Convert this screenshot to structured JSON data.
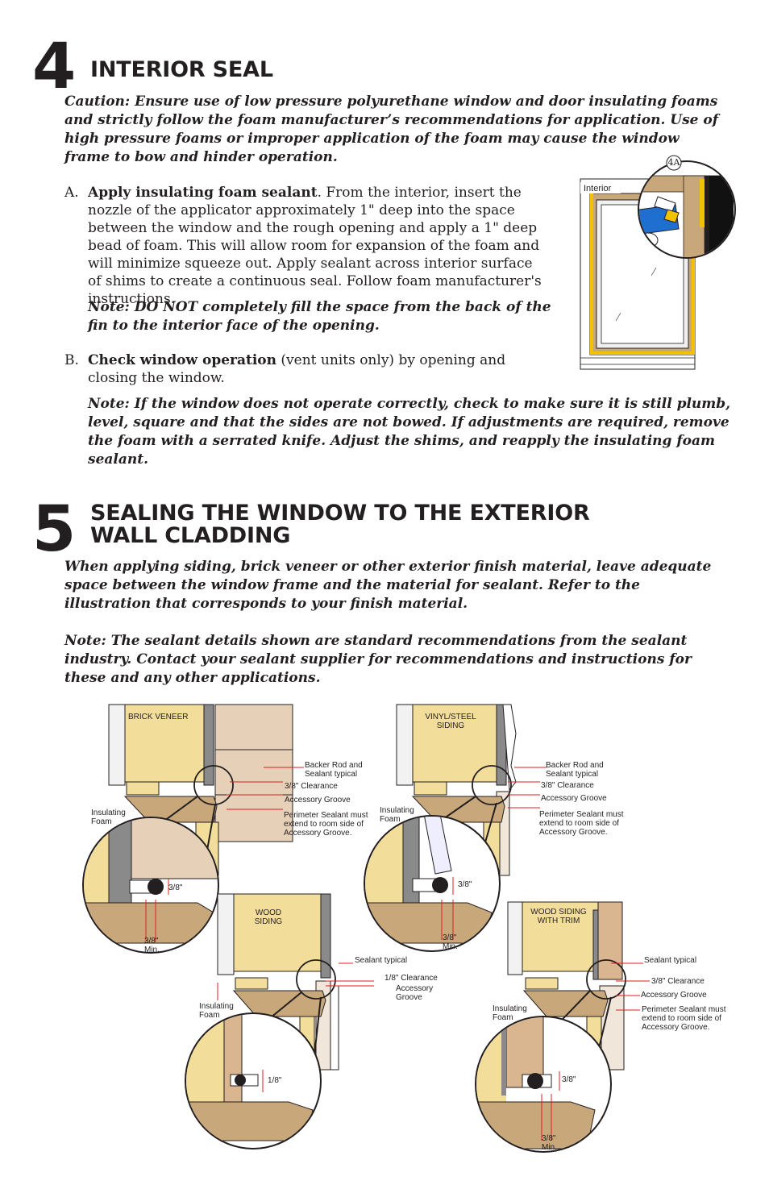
{
  "step4": {
    "number": "4",
    "title": "INTERIOR SEAL",
    "caution": "Caution: Ensure use of low pressure polyurethane window and door insulating foams and strictly follow the foam manufacturer’s recommendations for application. Use of high pressure foams or improper application of the foam may cause the window frame to bow and hinder operation.",
    "a_marker": "A.",
    "a_bold": "Apply insulating foam sealant",
    "a_text": ". From the interior, insert the nozzle of the applicator approximately 1\" deep into the space between the window and the rough opening and apply a 1\" deep bead of foam. This will allow room for expansion of the foam and will minimize squeeze out. Apply sealant across interior surface of shims to create a continuous seal. Follow foam manufacturer's instructions.",
    "a_note": "Note: DO NOT completely fill the space from the back of the fin to the interior face of the opening.",
    "b_marker": "B.",
    "b_bold": "Check window operation",
    "b_text": " (vent units only) by opening and closing the window.",
    "b_note": "Note: If the window does not operate correctly, check to make sure it is still plumb, level, square and that the sides are not bowed. If adjustments are required, remove the foam with a serrated knife. Adjust the shims, and reapply the insulating foam sealant.",
    "figure": {
      "tag": "4A",
      "interior_label": "Interior"
    }
  },
  "step5": {
    "number": "5",
    "title_line1": "SEALING THE WINDOW TO THE EXTERIOR",
    "title_line2": "WALL CLADDING",
    "intro": "When applying siding, brick veneer or other exterior finish material, leave adequate space between the window frame and the material for sealant. Refer to the illustration that corresponds to your finish material.",
    "note": "Note: The sealant details shown are standard recommendations from the sealant industry. Contact your sealant supplier for recommendations and instructions for these and any other applications."
  },
  "details": {
    "brick": {
      "title": "BRICK VENEER",
      "backer": "Backer Rod and Sealant typical",
      "clearance": "3/8\" Clearance",
      "groove": "Accessory Groove",
      "foam": "Insulating Foam",
      "perimeter": "Perimeter Sealant must extend to room side of Accessory Groove.",
      "dim": "3/8\"",
      "min": "3/8\" Min."
    },
    "vinyl": {
      "title": "VINYL/STEEL SIDING",
      "backer": "Backer Rod and Sealant typical",
      "clearance": "3/8\" Clearance",
      "groove": "Accessory Groove",
      "foam": "Insulating Foam",
      "perimeter": "Perimeter Sealant must extend to room side of Accessory Groove.",
      "dim": "3/8\"",
      "min": "3/8\" Min."
    },
    "wood": {
      "title": "WOOD SIDING",
      "sealant": "Sealant typical",
      "clearance": "1/8\" Clearance",
      "groove": "Accessory Groove",
      "foam": "Insulating Foam",
      "dim": "1/8\""
    },
    "trim": {
      "title": "WOOD SIDING WITH TRIM",
      "sealant": "Sealant typical",
      "clearance": "3/8\" Clearance",
      "groove": "Accessory Groove",
      "foam": "Insulating Foam",
      "perimeter": "Perimeter Sealant must extend to room side of Accessory Groove.",
      "dim": "3/8\"",
      "min": "3/8\" Min."
    }
  },
  "colors": {
    "wood": "#f3dd9a",
    "frame": "#c8a77a",
    "sealant_red": "#e31b23",
    "glass_blue": "#1f6fd1"
  }
}
